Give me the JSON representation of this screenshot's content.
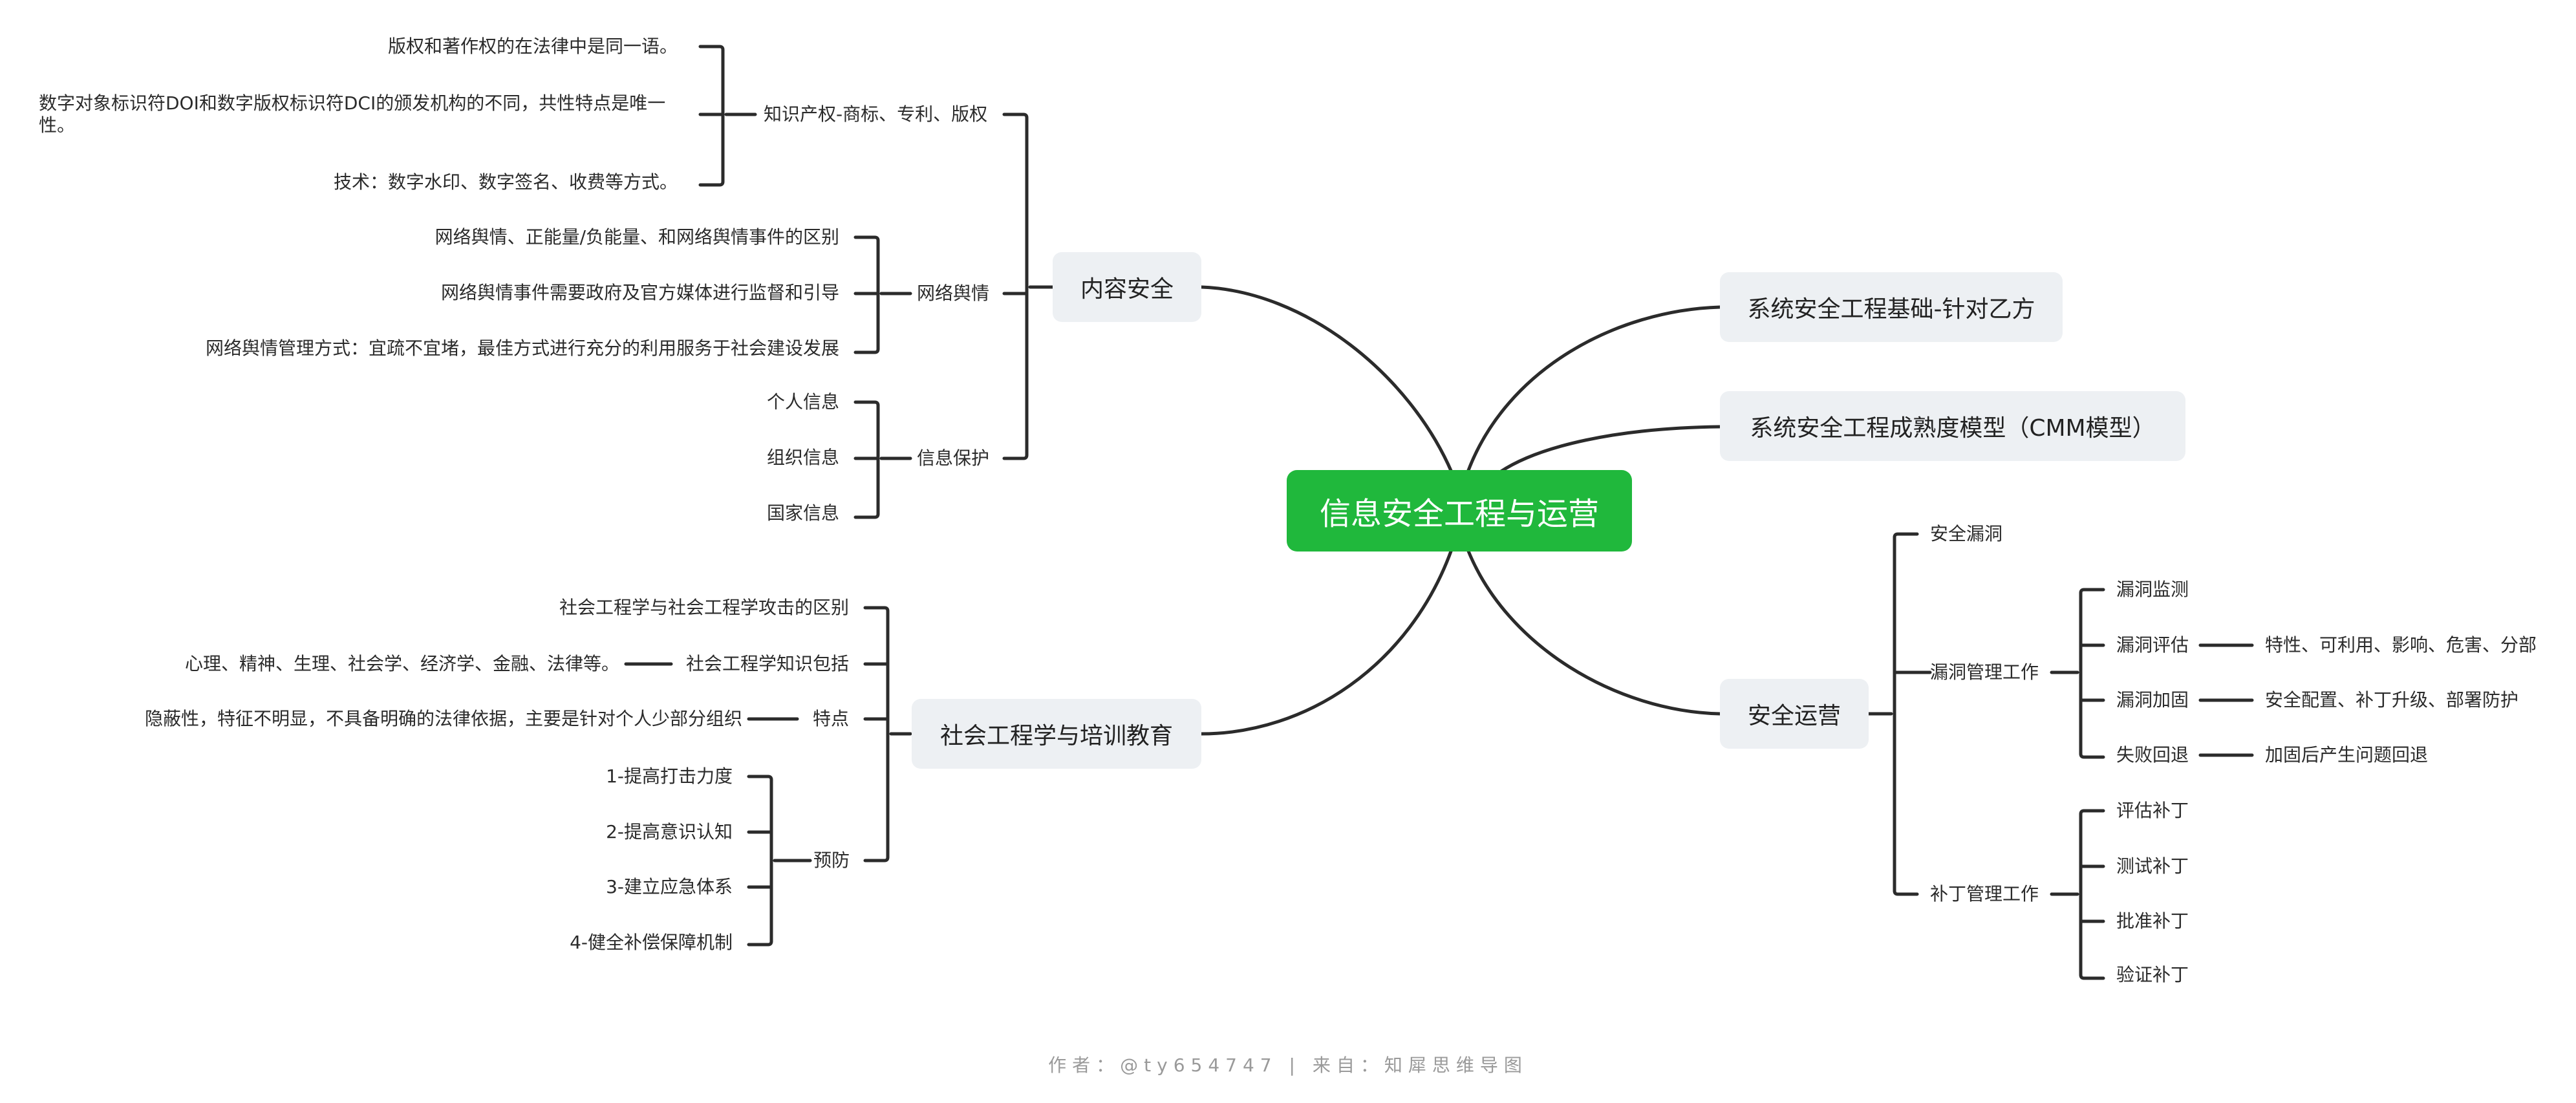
{
  "center": "信息安全工程与运营",
  "branches": {
    "content_security": {
      "label": "内容安全",
      "ip": {
        "label": "知识产权-商标、专利、版权",
        "items": [
          "版权和著作权的在法律中是同一语。",
          "数字对象标识符DOI和数字版权标识符DCI的颁发机构的不同，共性特点是唯一性。",
          "技术：数字水印、数字签名、收费等方式。"
        ]
      },
      "opinion": {
        "label": "网络舆情",
        "items": [
          "网络舆情、正能量/负能量、和网络舆情事件的区别",
          "网络舆情事件需要政府及官方媒体进行监督和引导",
          "网络舆情管理方式：宜疏不宜堵，最佳方式进行充分的利用服务于社会建设发展"
        ]
      },
      "info_protect": {
        "label": "信息保护",
        "items": [
          "个人信息",
          "组织信息",
          "国家信息"
        ]
      }
    },
    "social_eng": {
      "label": "社会工程学与培训教育",
      "diff": "社会工程学与社会工程学攻击的区别",
      "knowledge": {
        "label": "社会工程学知识包括",
        "detail": "心理、精神、生理、社会学、经济学、金融、法律等。"
      },
      "features": {
        "label": "特点",
        "detail": "隐蔽性，特征不明显，不具备明确的法律依据，主要是针对个人少部分组织"
      },
      "prevent": {
        "label": "预防",
        "items": [
          "1-提高打击力度",
          "2-提高意识认知",
          "3-建立应急体系",
          "4-健全补偿保障机制"
        ]
      }
    },
    "sys_basic": {
      "label": "系统安全工程基础-针对乙方"
    },
    "cmm": {
      "label": "系统安全工程成熟度模型（CMM模型）"
    },
    "ops": {
      "label": "安全运营",
      "vuln": "安全漏洞",
      "vuln_mgmt": {
        "label": "漏洞管理工作",
        "items": [
          "漏洞监测",
          "漏洞评估",
          "漏洞加固",
          "失败回退"
        ],
        "details": [
          "特性、可利用、影响、危害、分部",
          "安全配置、补丁升级、部署防护",
          "加固后产生问题回退"
        ]
      },
      "patch_mgmt": {
        "label": "补丁管理工作",
        "items": [
          "评估补丁",
          "测试补丁",
          "批准补丁",
          "验证补丁"
        ]
      }
    }
  },
  "footer": "作者：@ty654747 | 来自：知犀思维导图",
  "colors": {
    "center": "#20b83c",
    "box": "#edf0f3",
    "line": "#2b2b2b"
  }
}
